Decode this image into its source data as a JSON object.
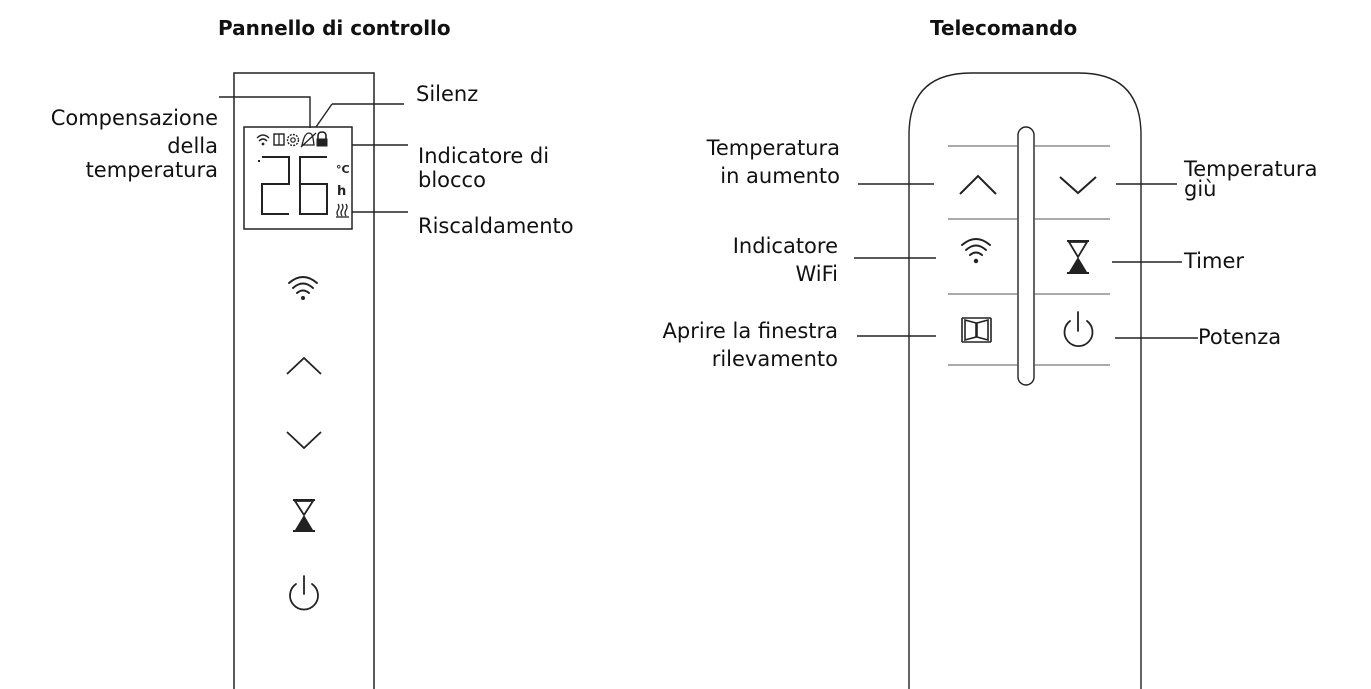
{
  "panel": {
    "title": "Pannello di controllo",
    "display": {
      "temperature": "26",
      "unit_celsius": "°C",
      "unit_hours": "h"
    },
    "labels": {
      "compensation": [
        "Compensazione",
        "della",
        "temperatura"
      ],
      "silent": "Silenz",
      "lock": [
        "Indicatore di",
        "blocco"
      ],
      "heating": "Riscaldamento"
    },
    "icons": [
      "wifi-icon",
      "window-icon",
      "gear-icon",
      "bell-off-icon",
      "lock-icon",
      "heating-icon",
      "chevron-up-icon",
      "chevron-down-icon",
      "hourglass-icon",
      "power-icon"
    ]
  },
  "remote": {
    "title": "Telecomando",
    "labels": {
      "temp_up": [
        "Temperatura",
        "in aumento"
      ],
      "temp_down": [
        "Temperatura",
        "giù"
      ],
      "wifi": [
        "Indicatore",
        "WiFi"
      ],
      "timer": "Timer",
      "window": [
        "Aprire la finestra",
        "rilevamento"
      ],
      "power": "Potenza"
    }
  }
}
